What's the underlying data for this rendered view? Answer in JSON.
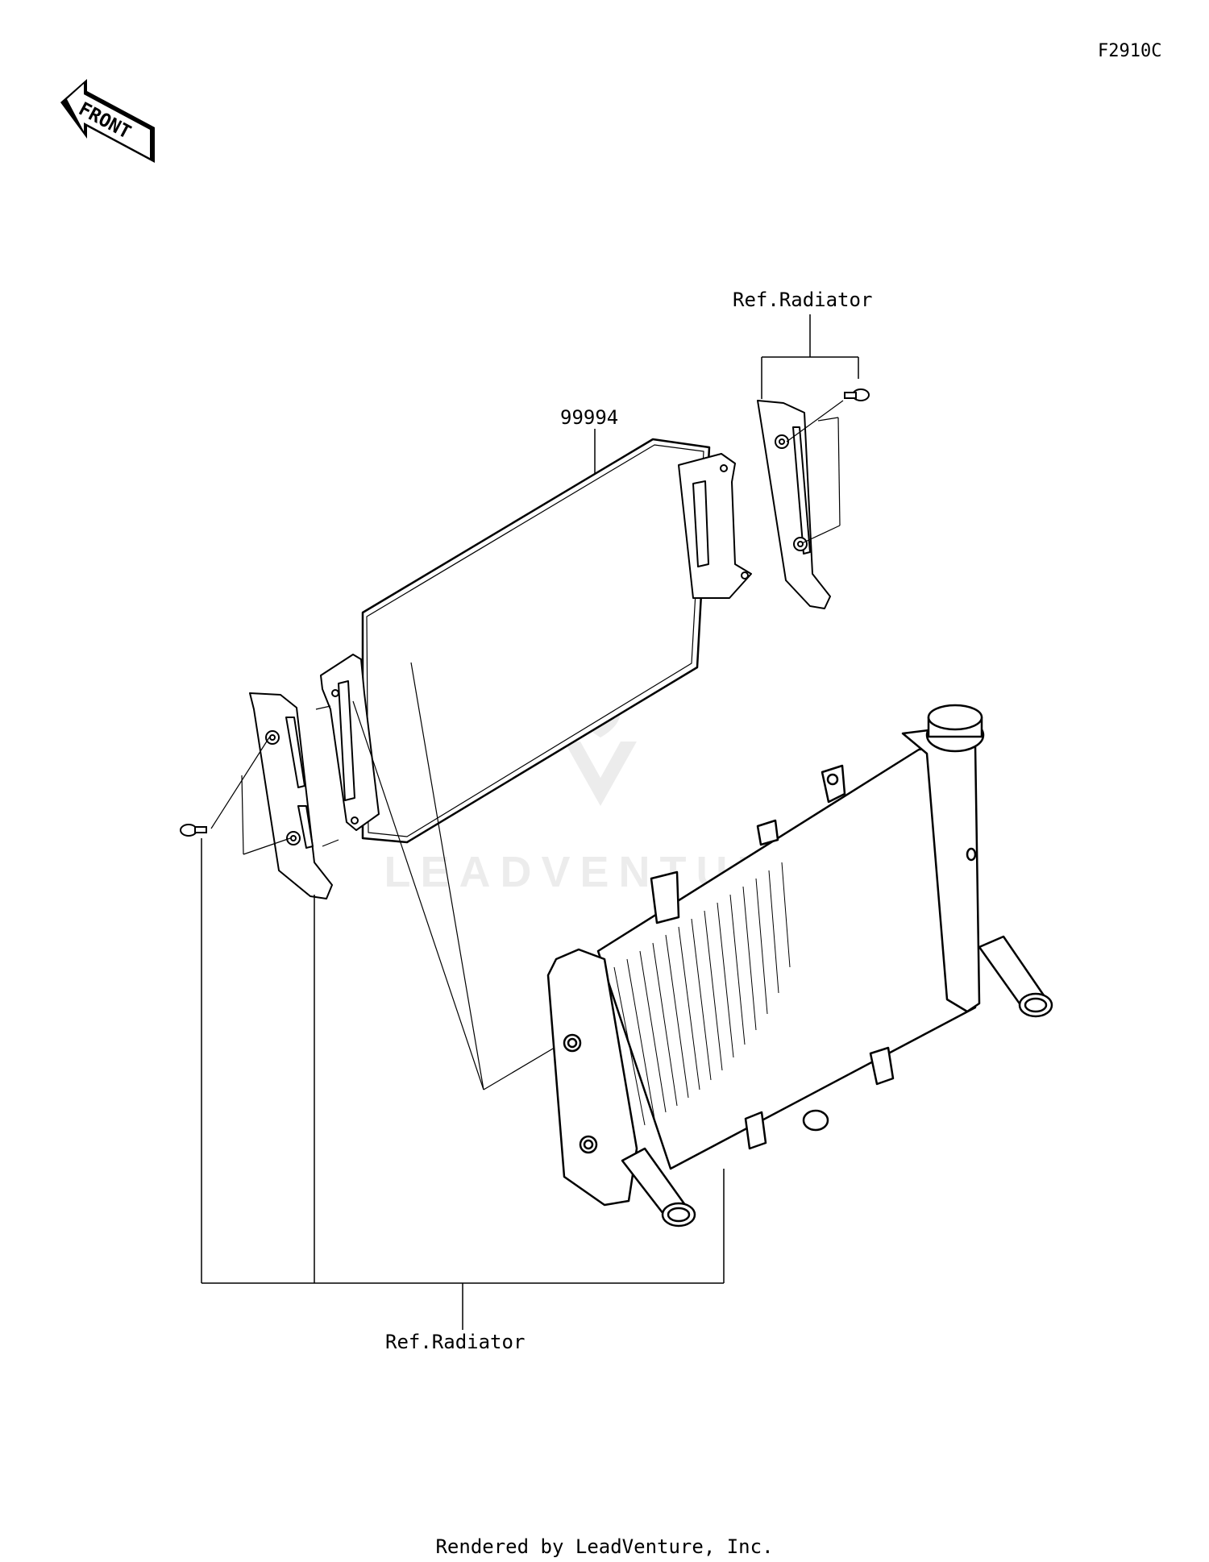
{
  "diagram_code": "F2910C",
  "front_arrow": {
    "text": "FRONT"
  },
  "labels": {
    "ref_radiator_top": "Ref.Radiator",
    "part_number": "99994",
    "ref_radiator_bottom": "Ref.Radiator"
  },
  "watermark": "LEADVENTURE",
  "footer": "Rendered by LeadVenture, Inc."
}
